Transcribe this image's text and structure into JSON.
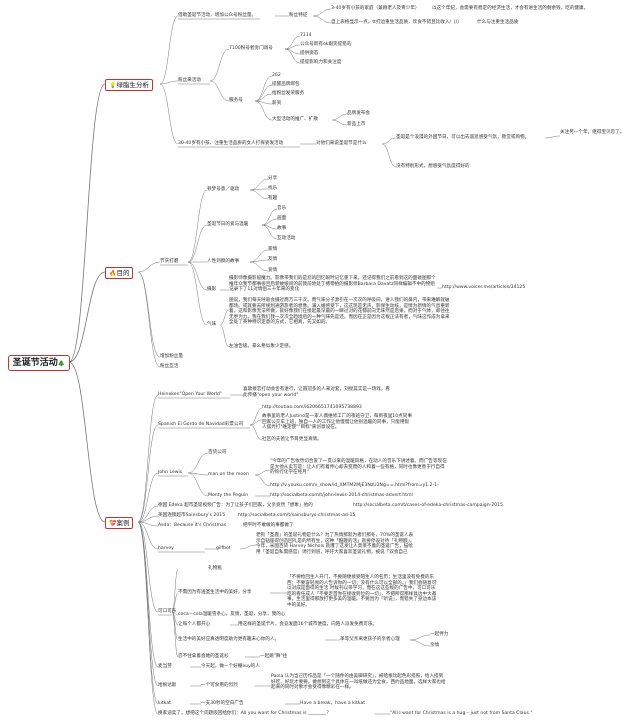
{
  "root": {
    "label": "圣诞节活动",
    "icon": "🎄"
  },
  "b1": {
    "label": "绿脂生分析",
    "icon": "💡",
    "s1": "借助圣诞节活动，增加公众号粉丝量。",
    "s1a": "粉丝特征",
    "s1a1": "3-40岁有小孩的家庭（兼顾老人及青少年）",
    "s1a1r": "以这个年纪，会需要有稳定的经济生活，才会有进生活的剩余钱，吃的健康。",
    "s1a2": "自上表格显示一点，tt打边重生活品质，饮食不错且比收入/（/）",
    "s1a2r": "什么与注重生活品质",
    "s2": "粉丝来活动",
    "s2a": "7100粉号者旁门调号",
    "s2a1": "7114",
    "s2a2": "公众号新有ok跟笑提搭的",
    "s2a3": "提供姿态",
    "s2a4": "提提影响力和关注度",
    "s2b": "服务号",
    "s2b1": "262",
    "s2b2": "提醒品牌绑包",
    "s2b3": "给粉丝发荣服务",
    "s2b4": "薪资",
    "s2b5": "大型活动的推广、扩散",
    "s2b5a": "品牌发布会",
    "s2b5b": "新品上市",
    "s3": "30-40岁有小孩、注重生活品质的女人打探姿发活动",
    "s3a": "对他们来说圣诞节是什么",
    "s3a1": "圣诞是个浪漫的外国节日，可以出去遥逛感受气氛，教堂或购物。",
    "s3a1r": "关注另一个年，继得宝贝忽了。",
    "s3a2": "没有特别形式，想感受气氛度得好的"
  },
  "b2": {
    "label": "目的",
    "icon": "🔥",
    "s1": "节庆打磨",
    "s1a": "顿梦号意／驱动",
    "s1a1": "分享",
    "s1a2": "找乐",
    "s1a3": "有趣",
    "s1b": "圣诞节日的爱与温暖",
    "s1b1": "音乐",
    "s1b2": "画面",
    "s1b3": "故事",
    "s1b4": "互动活动",
    "s1c": "人性洞察的故事",
    "s1c1": "家情",
    "s1c2": "友情",
    "s1c3": "爱情",
    "s1d": "摄影",
    "s1d1": "摄影师像摄影般魔力。影像带我们的是您的回忆眼时记忆重下来。还记得我们之前看到这的面碰图那个推年众我节都事很且后新故娘间的前我前地处了搏零拍的摄影师Barbara Davatz同样编辑不中的物组记录下了11对情侣三十年来的变化",
    "s1d1u": "http://www.voicer.me/articles/34125",
    "s1e": "气味",
    "s1e1": "随说，我们每天呼吸会摄过两万三千次。而气味分子源引在一次次的呼吸间，进入我们的鼻内，带来难解就破都场。或就要去所规划通游旅者的想像。满入婚感受下，这这现是无声，影保生动核，是情为新情的气息重新着，这和影像无法所做，就好像我们在接起最深最的一瞬过对的花都前向无味然是后果，而对于气体，却往往无更为力。我在我们我一次次全趋境后的一种气味先是还。而因在正是因为这根正法有者，气味这作成为拿来全处了英种特识定意的方式，它相真，先又如的。",
    "s1e2": "左油告级。豪么希似象少定感。",
    "s2": "增加粉丝量",
    "s3": "粉丝互活"
  },
  "b3": {
    "label": "案例",
    "icon": "💝",
    "c1": "Heineken\"Open Your World\"",
    "c1r": "喜歌接恋打动会舌有进行，让圆冠多的人来对套，刘接其实是一场戏，看此传播\"open your world\"",
    "c2": "Spanish El Gordo de Navidad彩票公司",
    "c2u": "http://toutiao.com/i6206651741095738893",
    "c2a": "故事里的老人Justino是一家人偶维修工厂的夜班守卫，每到夜里10点同事回家公交车上班，独自一人的工作让他慢慢让他别温暖的同事，只能用假人摆弄打\"唯定使\"\"目标\"来创意设在。",
    "c2b": "社区的夫爸让节目更显真情。",
    "c3": "John Lewis",
    "c3a": "百货公司",
    "c3b": "man on the moon",
    "c3br": "\"今年的广告依然切合爱了一贯以来的温暖风格，在动人的音乐下讲述着。而广告等现在是大他从卖写是：让人们有着伸心却去变而的人和着一些有格，同时也像更善于行自得的钩行化学在经月\"",
    "c3bu": "http://v.youku.com/v_show/id_XMTM2MjE3NzU3Ng==.html?from=y1.2-1-",
    "c3c": "Monty the Peguin",
    "c3cu": "http://socialbeta.com/t/john-lewis-2014-christmas-advert.html",
    "c4": "德国 Edeka 超市圣诞视频广告：为了让孩子们回家，父亲竟然「想象」他的",
    "c4u": "http://socialbeta.com/t/cases-of-edeka-christmas-campaign-2015.",
    "c5": "英国连锁超市Sainsbury's 2015",
    "c5u": "http://socialbeta.com/t/sainsburys-christmas-ad-15",
    "c6": "Asda：Because it's Christmas",
    "c6r": "把平时不敢做的事都做了",
    "c7": "harvey",
    "c7a": "gilfbot",
    "c7ar": "老狗「圣鹿」的圣诞礼物是什么？为了热情那就为者们那冬，70%的圣诞人表示自钻座得创造回礼是的所有生，这种「酷趣的活」就要停设对待「礼物额」。今年，米国百货 Harvey Nichols 就爆了这发让人莫莱不着的圣诞广告，描绘用「圣诞自私需感官」诱行到道，呼吁大家喜欢圣诞礼物，被说「双会自己",
    "c8": "可口可乐",
    "c8a": "礼物瓶",
    "c8b": "不需因为有送圣生活中的美好，分享",
    "c8br": "「不要枪回生人开门，不要随便接受陌生人的名历；生活里没有免费的东西；不要容轻易的人告诉你的一切；没有什么可以全部的。」我们会随意可以对成是面得的生活 时候刊以带学习，而在这这些规的广告中，可口可乐吃的看任成人「不要走首你在接收到位的一切」，不把所得那样具边中大邀事，生活里得那放打更多美的温暖。不要因为「听说」，而错失了身边本该中的美好。",
    "c8c": "coca－cola温暖雪条心，友情，圣诞，分享，我的心",
    "c8d": "让每个人都开心",
    "c8dr": "用这样的圣诞卡片，会竞发面16个城市便度，向陌人派发免费可乐。",
    "c8e": "生活中的美好应真透明度助为更有趣未心你的人。",
    "c8er": "革等父亲离更孩子的亲者心理",
    "c8er1": "一起伴力",
    "c8er2": "亲情",
    "c8f": "忍不住拿着会她的圣诞衫",
    "c8fr": "一起跳\"舞\"往",
    "c9": "麦当劳",
    "c9r": "今天起，做一个好棚euy的人",
    "c10": "哈根达斯",
    "c10a": "一个可食用的烈烈",
    "c10ar": "Paola 认为当己历作品是「一个随件的由美脚研究」，被哈根比起色彩搭照，给入搭到好吃、好玩才要要，做想到这个具体在一叫纸做还为全食，西约品地面。选样大家也给起来的同时对象才会受得像精彩在一样。",
    "c11": "kitkat",
    "c11r": "一支30秒的空白广告",
    "c11r2": "Have a break，have a kitkat",
    "c12": "换家迪奕了。想把这个问题嵌回给你们：All you want for Christmas is ________？",
    "c12r": "\"All I want for Christmas is a hug – just not from Santa Claus.\""
  }
}
